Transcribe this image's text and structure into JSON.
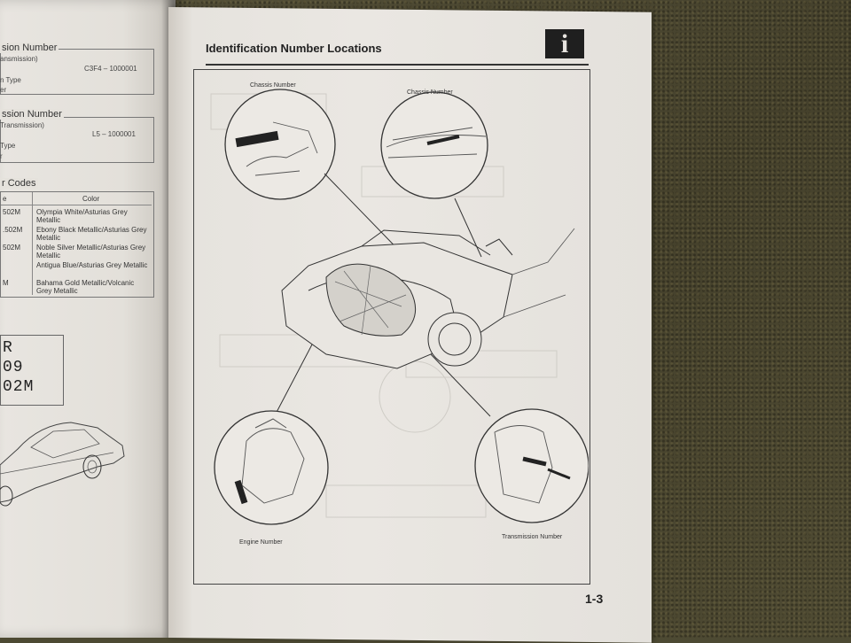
{
  "left_page": {
    "section1": {
      "title": "sion Number",
      "subtitle": "ansmission)",
      "code": "C3F4 – 1000001",
      "type_label": "n Type",
      "serial_label": "er"
    },
    "section2": {
      "title": "ssion Number",
      "subtitle": "Transmission)",
      "code": "L5 – 1000001",
      "type_label": "Type",
      "serial_label": "r"
    },
    "codes": {
      "title": "r Codes",
      "header_code": "e",
      "header_color": "Color",
      "rows": [
        {
          "code": "502M",
          "color": "Olympia White/Asturias Grey Metallic"
        },
        {
          "code": ".502M",
          "color": "Ebony Black Metallic/Asturias Grey Metallic"
        },
        {
          "code": "502M",
          "color": "Noble Silver Metallic/Asturias Grey Metallic"
        },
        {
          "code": "",
          "color": "Antigua Blue/Asturias Grey Metallic"
        },
        {
          "code": "M",
          "color": "Bahama Gold Metallic/Volcanic Grey Metallic"
        }
      ]
    },
    "vin_lines": [
      "R",
      "09",
      "02M"
    ]
  },
  "right_page": {
    "title": "Identification Number Locations",
    "icon": "info-icon",
    "icon_glyph": "i",
    "labels": {
      "chassis_left": "Chassis Number",
      "chassis_right": "Chassis Number",
      "engine": "Engine Number",
      "transmission": "Transmission Number"
    },
    "page_number": "1-3"
  },
  "colors": {
    "paper": "#e8e5e0",
    "ink": "#222222",
    "carpet": "#4d4a33"
  }
}
